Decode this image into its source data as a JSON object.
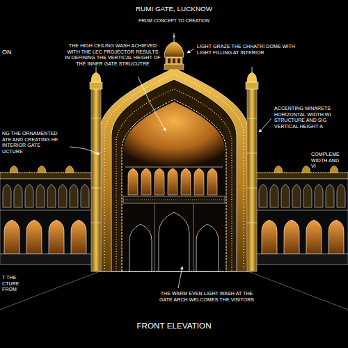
{
  "diagram": {
    "title": "RUMI GATE, LUCKNOW",
    "caption": "FRONT ELEVATION",
    "labels": [
      "FROM CONCEPT TO CREATION",
      "ON",
      "THE HIGH CEILING WASH ACHIEVED WITH THE LEC PROJECTOR RESULTS IN DEFINING THE VERTICAL HEIGHT OF THE INNER GATE STRUCUTRE",
      "LIGHT GRAZE THE CHHATRI DOME WITH LIGHT FILLING AT INTERIOR",
      "ACCENTING MINARETS HORIZONTAL WIDTH WI STRUCTURE AND SIG VERTICAL HEIGHT A",
      "NG THE ORNAMENTED ATE AND CREATING HE INTERIOR GATE UCTURE",
      "COMPLEME WIDTH AND VI",
      "T THE CTURE FROM",
      "THE WARM EVEN LIGHT WASH AT THE GATE ARCH WELCOMES THE VISITORS"
    ]
  }
}
